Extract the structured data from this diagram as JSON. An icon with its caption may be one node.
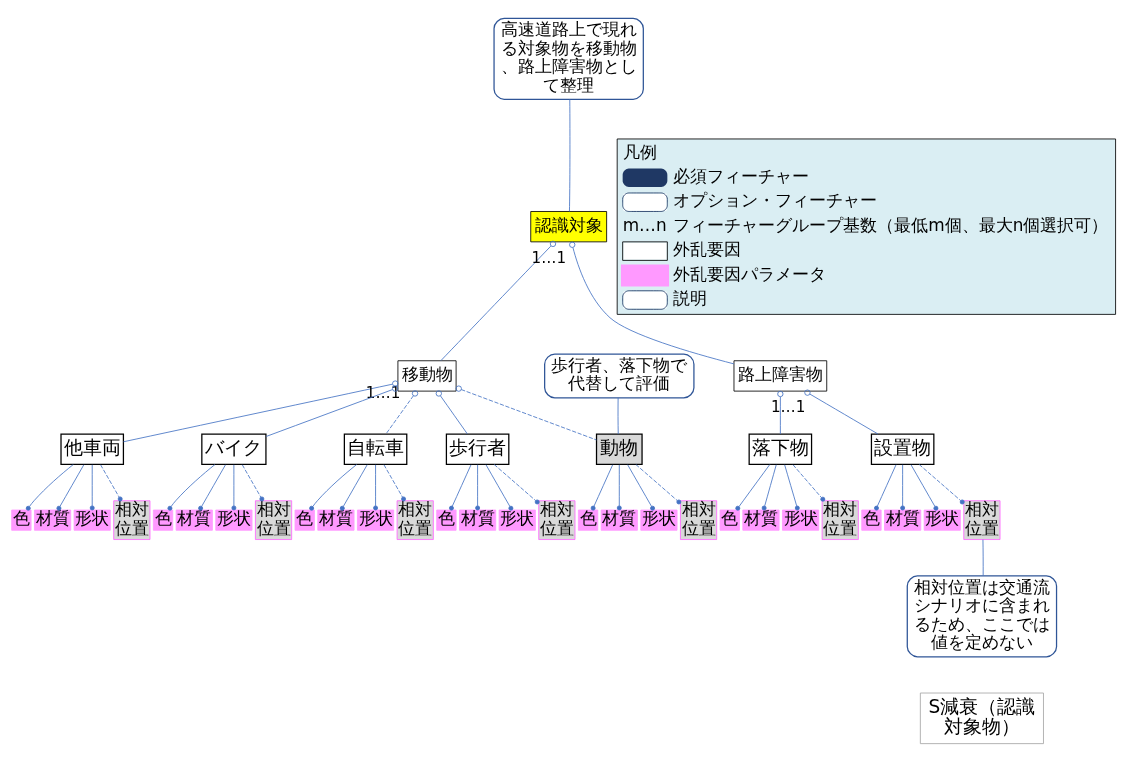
{
  "diagram": {
    "nodes": [
      {
        "text": [
          "高速道路上で現れる対象物を移動物、路上障害物として整理"
        ]
      },
      {
        "text": [
          "認識対象"
        ]
      },
      {
        "text": [
          "移動物"
        ]
      },
      {
        "text": [
          "歩行者、落下物で代替して評価"
        ]
      },
      {
        "text": [
          "路上障害物"
        ]
      },
      {
        "text": [
          "他車両"
        ]
      },
      {
        "text": [
          "バイク"
        ]
      },
      {
        "text": [
          "自転車"
        ]
      },
      {
        "text": [
          "歩行者"
        ]
      },
      {
        "text": [
          "動物"
        ]
      },
      {
        "text": [
          "落下物"
        ]
      },
      {
        "text": [
          "設置物"
        ]
      },
      {
        "text": [
          "色"
        ]
      },
      {
        "text": [
          "材質"
        ]
      },
      {
        "text": [
          "形状"
        ]
      },
      {
        "text": [
          "相対位置"
        ]
      },
      {
        "text": [
          "色"
        ]
      },
      {
        "text": [
          "材質"
        ]
      },
      {
        "text": [
          "形状"
        ]
      },
      {
        "text": [
          "相対位置"
        ]
      },
      {
        "text": [
          "色"
        ]
      },
      {
        "text": [
          "材質"
        ]
      },
      {
        "text": [
          "形状"
        ]
      },
      {
        "text": [
          "相対位置"
        ]
      },
      {
        "text": [
          "色"
        ]
      },
      {
        "text": [
          "材質"
        ]
      },
      {
        "text": [
          "形状"
        ]
      },
      {
        "text": [
          "相対位置"
        ]
      },
      {
        "text": [
          "色"
        ]
      },
      {
        "text": [
          "材質"
        ]
      },
      {
        "text": [
          "形状"
        ]
      },
      {
        "text": [
          "相対位置"
        ]
      },
      {
        "text": [
          "色"
        ]
      },
      {
        "text": [
          "材質"
        ]
      },
      {
        "text": [
          "形状"
        ]
      },
      {
        "text": [
          "相対位置"
        ]
      },
      {
        "text": [
          "色"
        ]
      },
      {
        "text": [
          "材質"
        ]
      },
      {
        "text": [
          "形状"
        ]
      },
      {
        "text": [
          "相対位置"
        ]
      },
      {
        "text": [
          "相対位置は交通流シナリオに含まれるため、ここでは値を定めない"
        ]
      },
      {
        "text": [
          "S減衰（認識対象物）"
        ]
      }
    ],
    "edges": [
      {
        "from": 0,
        "to": 1,
        "arrow": "none"
      },
      {
        "from": 1,
        "to": 2,
        "arrow": "other",
        "label": "1…1"
      },
      {
        "from": 1,
        "to": 4,
        "arrow": "other"
      },
      {
        "from": 2,
        "to": 5,
        "arrow": "other",
        "label": "1…1"
      },
      {
        "from": 2,
        "to": 6,
        "arrow": "other"
      },
      {
        "from": 2,
        "to": 7,
        "arrow": "other",
        "style": "dashed"
      },
      {
        "from": 2,
        "to": 8,
        "arrow": "other"
      },
      {
        "from": 2,
        "to": 9,
        "arrow": "other",
        "style": "dashed"
      },
      {
        "from": 3,
        "to": 9,
        "arrow": "none"
      },
      {
        "from": 4,
        "to": 10,
        "arrow": "other",
        "label": "1…1"
      },
      {
        "from": 4,
        "to": 11,
        "arrow": "other"
      },
      {
        "from": 5,
        "to": 12,
        "arrow": "other"
      },
      {
        "from": 5,
        "to": 13,
        "arrow": "other"
      },
      {
        "from": 5,
        "to": 14,
        "arrow": "other"
      },
      {
        "from": 5,
        "to": 15,
        "arrow": "other",
        "style": "dashed"
      },
      {
        "from": 6,
        "to": 16,
        "arrow": "other"
      },
      {
        "from": 6,
        "to": 17,
        "arrow": "other"
      },
      {
        "from": 6,
        "to": 18,
        "arrow": "other"
      },
      {
        "from": 6,
        "to": 19,
        "arrow": "other",
        "style": "dashed"
      },
      {
        "from": 7,
        "to": 20,
        "arrow": "other"
      },
      {
        "from": 7,
        "to": 21,
        "arrow": "other"
      },
      {
        "from": 7,
        "to": 22,
        "arrow": "other"
      },
      {
        "from": 7,
        "to": 23,
        "arrow": "other",
        "style": "dashed"
      },
      {
        "from": 8,
        "to": 24,
        "arrow": "other"
      },
      {
        "from": 8,
        "to": 25,
        "arrow": "other"
      },
      {
        "from": 8,
        "to": 26,
        "arrow": "other"
      },
      {
        "from": 8,
        "to": 27,
        "arrow": "other",
        "style": "dashed"
      },
      {
        "from": 9,
        "to": 28,
        "arrow": "other"
      },
      {
        "from": 9,
        "to": 29,
        "arrow": "other"
      },
      {
        "from": 9,
        "to": 30,
        "arrow": "other"
      },
      {
        "from": 9,
        "to": 31,
        "arrow": "other",
        "style": "dashed"
      },
      {
        "from": 10,
        "to": 32,
        "arrow": "other"
      },
      {
        "from": 10,
        "to": 33,
        "arrow": "other"
      },
      {
        "from": 10,
        "to": 34,
        "arrow": "other"
      },
      {
        "from": 10,
        "to": 35,
        "arrow": "other",
        "style": "dashed"
      },
      {
        "from": 11,
        "to": 36,
        "arrow": "other"
      },
      {
        "from": 11,
        "to": 37,
        "arrow": "other"
      },
      {
        "from": 11,
        "to": 38,
        "arrow": "other"
      },
      {
        "from": 11,
        "to": 39,
        "arrow": "other",
        "style": "dashed"
      },
      {
        "from": 40,
        "to": 39,
        "arrow": "none"
      }
    ],
    "labels": [
      "凡例",
      "m…n"
    ],
    "legend": [
      {
        "text": "必須フィーチャー"
      },
      {
        "text": "オプション・フィーチャー"
      },
      {
        "text": "フィーチャーグループ基数（最低m個、最大n個選択可）"
      },
      {
        "text": "外乱要因"
      },
      {
        "text": "外乱要因パラメータ",
        "color": "#ff99ff"
      },
      {
        "text": "説明"
      }
    ]
  }
}
